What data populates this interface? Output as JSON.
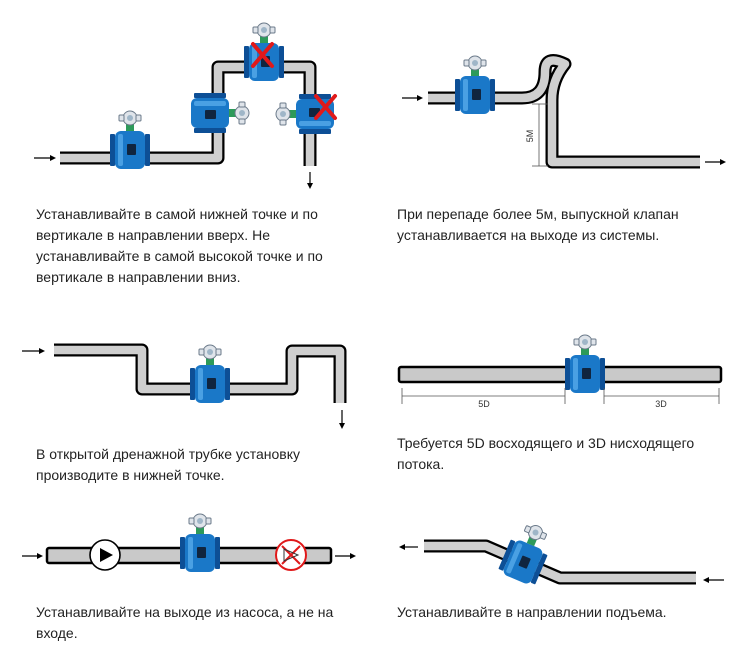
{
  "captions": {
    "c1": "Устанавливайте в самой нижней точке и по вертикале в направлении вверх. Не устанавливайте в самой высокой точке и по вертикале в направлении вниз.",
    "c2": "При перепаде более 5м, выпускной клапан устанавливается на выходе из системы.",
    "c3": "В открытой дренажной трубке установку производите в нижней точке.",
    "c4": "Требуется 5D восходящего и 3D нисходящего потока.",
    "c5": "Устанавливайте на выходе из насоса, а не на входе.",
    "c6": "Устанавливайте в направлении подъема."
  },
  "labels": {
    "height": "5M",
    "upstream": "5D",
    "downstream": "3D"
  },
  "colors": {
    "meter_body": "#1a78c8",
    "flange": "#0d4f96",
    "pipe": "#c9c9c9",
    "wrong_mark": "#e0191a"
  },
  "icons": {
    "meter": "flowmeter-icon",
    "pump": "pump-icon",
    "valve": "valve-icon",
    "wrong": "x-mark-icon",
    "flow": "flow-arrow-icon"
  }
}
